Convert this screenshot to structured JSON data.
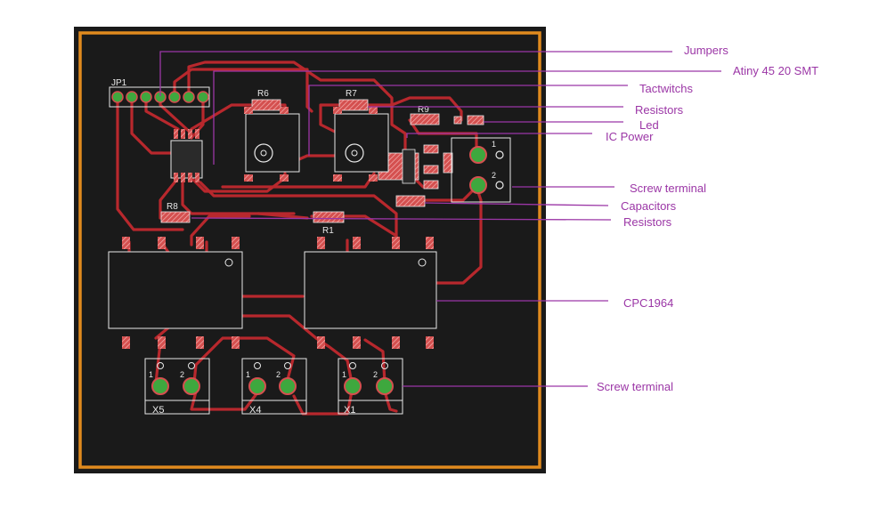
{
  "callouts": [
    {
      "id": "jumpers",
      "label": "Jumpers"
    },
    {
      "id": "attiny",
      "label": "Atiny 45 20 SMT"
    },
    {
      "id": "tactswitch",
      "label": "Tactwitchs"
    },
    {
      "id": "resistors-top",
      "label": "Resistors"
    },
    {
      "id": "led",
      "label": "Led"
    },
    {
      "id": "ic-power",
      "label": "IC Power"
    },
    {
      "id": "screw-terminal-top",
      "label": "Screw terminal"
    },
    {
      "id": "capacitors",
      "label": "Capacitors"
    },
    {
      "id": "resistors-bottom",
      "label": "Resistors"
    },
    {
      "id": "cpc1964",
      "label": "CPC1964"
    },
    {
      "id": "screw-terminal-bottom",
      "label": "Screw terminal"
    }
  ],
  "silkscreen": {
    "jp1": "JP1",
    "r6": "R6",
    "r7": "R7",
    "r9": "R9",
    "r8": "R8",
    "r1": "R1",
    "x5": "X5",
    "x4": "X4",
    "x1": "X1",
    "pin1": "1",
    "pin2": "2"
  },
  "colors": {
    "board": "#1a1a1a",
    "outline": "#e08a1e",
    "trace": "#b8282d",
    "pad": "#d4504f",
    "via": "#3ea83e",
    "silkscreen": "#e8e8e8",
    "callout": "#9b36a6"
  }
}
